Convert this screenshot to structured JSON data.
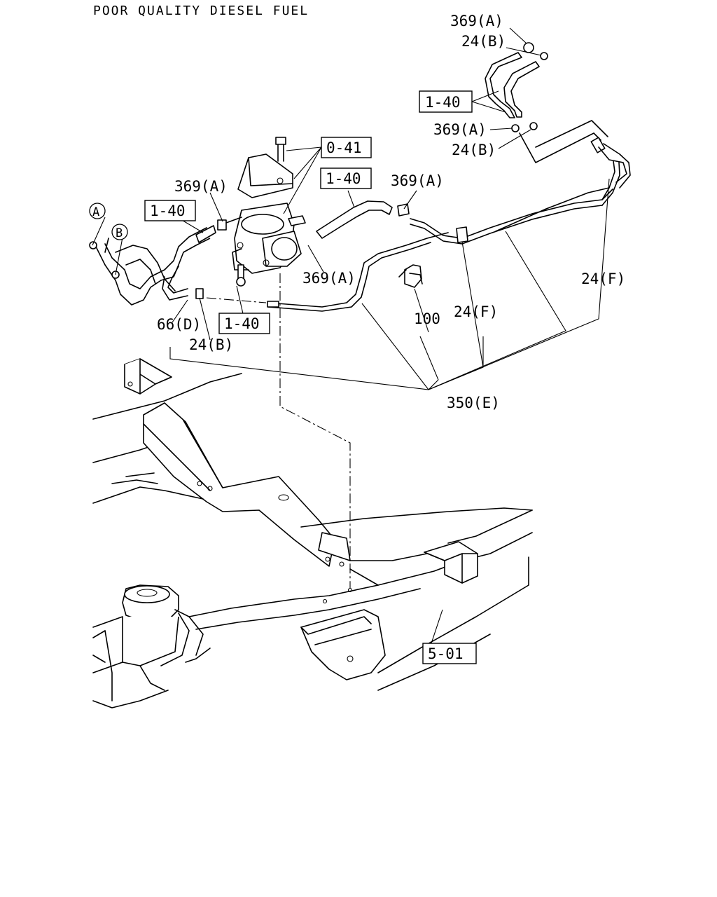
{
  "title": "POOR QUALITY DIESEL FUEL",
  "callouts": {
    "c369a_1": "369(A)",
    "c24b_1": "24(B)",
    "c140_1": "1-40",
    "c369a_2": "369(A)",
    "c24b_2": "24(B)",
    "c041": "0-41",
    "c140_2": "1-40",
    "c369a_3": "369(A)",
    "c369a_4": "369(A)",
    "c140_3": "1-40",
    "c369a_5": "369(A)",
    "cA": "A",
    "cB": "B",
    "c24f_1": "24(F)",
    "c100": "100",
    "c24f_2": "24(F)",
    "c140_4": "1-40",
    "c66d": "66(D)",
    "c24b_3": "24(B)",
    "c350e": "350(E)",
    "c501": "5-01"
  }
}
